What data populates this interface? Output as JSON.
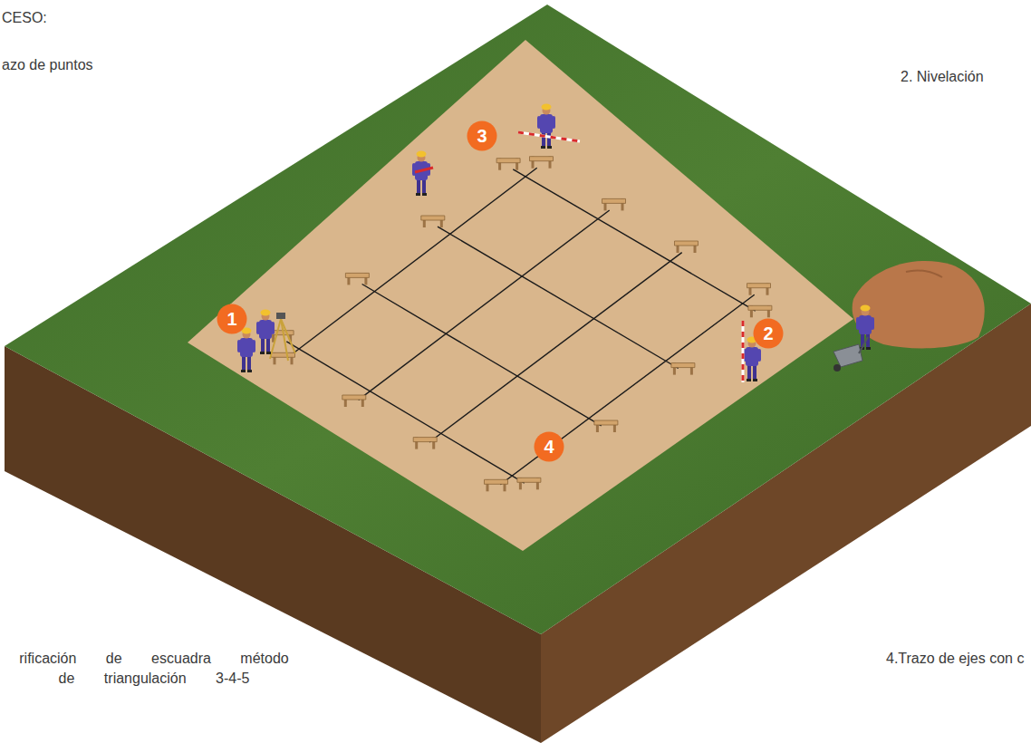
{
  "diagram": {
    "nodes": [
      {
        "text": [
          "3"
        ]
      },
      {
        "text": [
          "1"
        ]
      },
      {
        "text": [
          "2"
        ]
      },
      {
        "text": [
          "4"
        ]
      }
    ],
    "labels": [
      "CESO:",
      "azo de puntos",
      "2. Nivelación",
      "rificación de escuadra método de triangulación 3-4-5",
      "4.Trazo de ejes con c"
    ]
  }
}
